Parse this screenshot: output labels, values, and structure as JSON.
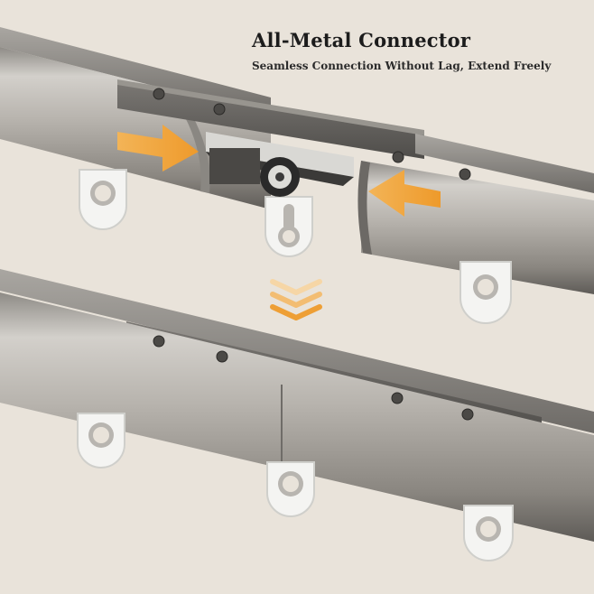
{
  "headline": "All-Metal Connector",
  "subline": "Seamless Connection Without Lag, Extend Freely",
  "colors": {
    "background": "#e9e3da",
    "rail_light": "#c6c3be",
    "rail_dark": "#6f6c68",
    "arrow": "#f0a33a",
    "glider_white": "#f4f4f2"
  },
  "icons": [
    "push-arrow-left",
    "push-arrow-right",
    "down-chevrons"
  ]
}
